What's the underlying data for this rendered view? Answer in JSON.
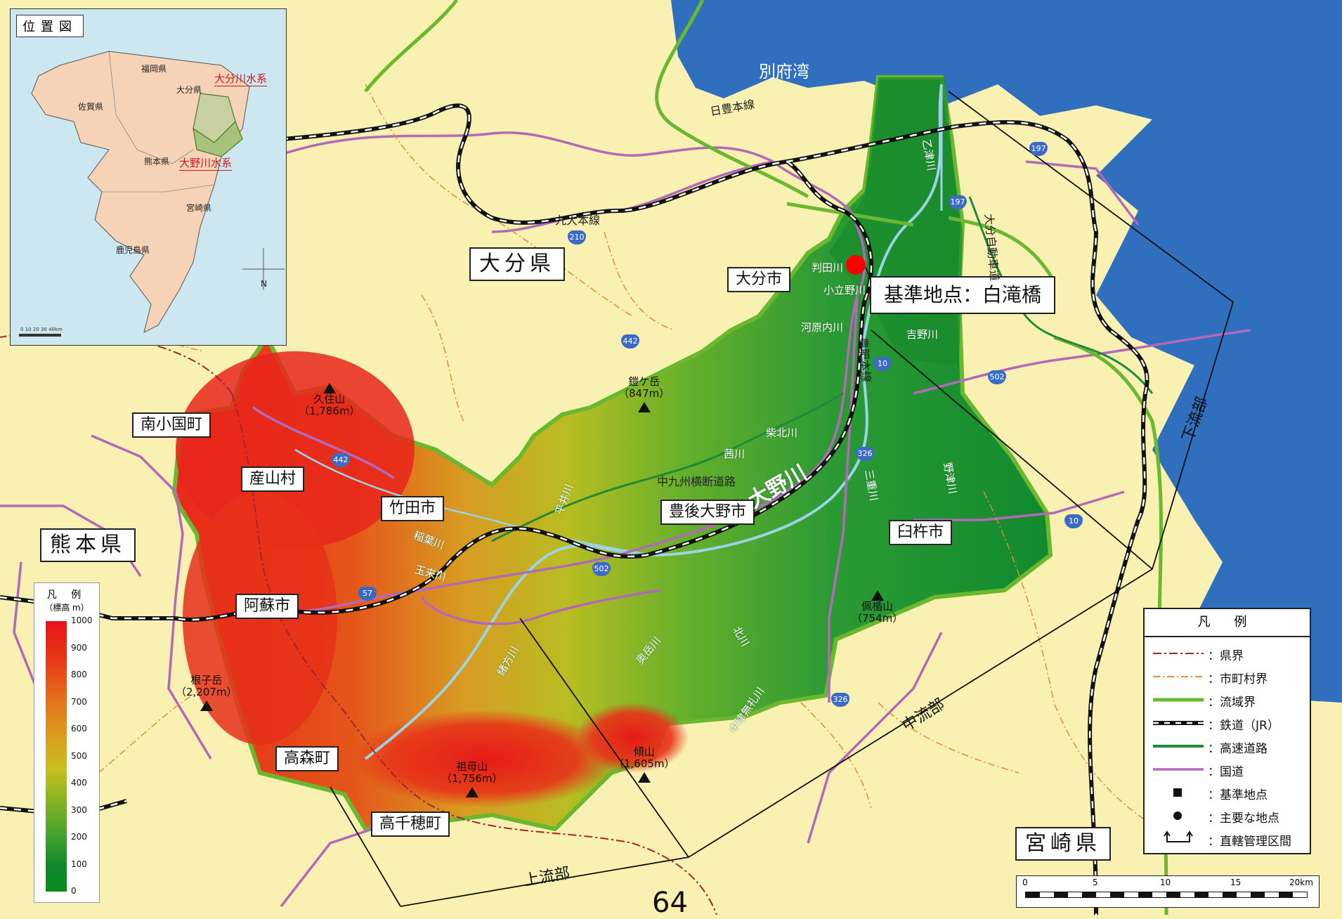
{
  "colors": {
    "sea": "#2f6fbe",
    "land": "#f8f1b2",
    "basin_boundary": "#6ab82f",
    "expressway": "#1f8a3a",
    "national_road": "#b469b8",
    "pref_border": "#a2272b",
    "municipal_border": "#e58a3b",
    "river": "#9bd3e5",
    "ref_point": "#ff0000",
    "road_badge": "#3b6bc4"
  },
  "labels": {
    "sea_name": "別府湾",
    "oita_pref": "大分県",
    "kumamoto_pref": "熊本県",
    "miyazaki_pref": "宮崎県",
    "reference_point": "基準地点：白滝橋"
  },
  "municipalities": {
    "oita_city": "大分市",
    "minamioguni": "南小国町",
    "ubuyama": "産山村",
    "taketa": "竹田市",
    "bungo_ono": "豊後大野市",
    "usuki": "臼杵市",
    "aso": "阿蘇市",
    "takamori": "高森町",
    "takachiho": "高千穂町"
  },
  "rivers": {
    "main": "大野川",
    "otsu": "乙津川",
    "hanta": "判田川",
    "kotachino": "小立野川",
    "kawaranouchi": "河原内川",
    "yoshino": "吉野川",
    "shibakita": "柴北川",
    "akane": "茜川",
    "mie": "三重川",
    "notsu": "野津川",
    "hirai": "平井川",
    "inaba": "稲葉川",
    "tama": "玉来川",
    "ogata": "緒方川",
    "okudake": "奥岳川",
    "nakatsumure": "中津無礼川",
    "hokuto": "北川"
  },
  "railways": {
    "nippo": "日豊本線",
    "kyudai": "九大本線",
    "hohi": "豊肥本線"
  },
  "expressways": {
    "oita": "大分自動車道",
    "nakakyushu": "中九州横断道路"
  },
  "road_numbers": [
    "197",
    "197",
    "210",
    "442",
    "442",
    "10",
    "10",
    "326",
    "326",
    "502",
    "502",
    "57"
  ],
  "mountains": [
    {
      "name": "久住山",
      "elev": "（1,786m）"
    },
    {
      "name": "鎧ケ岳",
      "elev": "（847m）"
    },
    {
      "name": "根子岳",
      "elev": "（2,207m）"
    },
    {
      "name": "祖母山",
      "elev": "（1,756m）"
    },
    {
      "name": "傾山",
      "elev": "（1,605m）"
    },
    {
      "name": "佩楯山",
      "elev": "（754m）"
    }
  ],
  "sections": {
    "lower": "下流部",
    "middle": "中流部",
    "upper": "上流部"
  },
  "inset": {
    "title": "位置図",
    "prefs": [
      "福岡県",
      "大分県",
      "佐賀県",
      "熊本県",
      "宮崎県",
      "鹿児島県"
    ],
    "oita_system": "大分川水系",
    "ono_system": "大野川水系",
    "north": "N",
    "scale": "0 10 20 30 40km"
  },
  "elevation_legend": {
    "title": "凡 例",
    "subtitle": "（標高 m）",
    "ticks": [
      "1000",
      "900",
      "800",
      "700",
      "600",
      "500",
      "400",
      "300",
      "200",
      "100",
      "0"
    ]
  },
  "legend": {
    "title": "凡 例",
    "items": [
      {
        "label": "：県界",
        "icon": "pref-border-line"
      },
      {
        "label": "：市町村界",
        "icon": "municipal-border-line"
      },
      {
        "label": "：流域界",
        "icon": "basin-boundary-line"
      },
      {
        "label": "：鉄道（JR）",
        "icon": "railway-line"
      },
      {
        "label": "：高速道路",
        "icon": "expressway-line"
      },
      {
        "label": "：国道",
        "icon": "national-road-line"
      },
      {
        "label": "：基準地点",
        "icon": "square-marker"
      },
      {
        "label": "：主要な地点",
        "icon": "dot-marker"
      },
      {
        "label": "：直轄管理区間",
        "icon": "bracket-arrow"
      }
    ]
  },
  "scale_bar": {
    "ticks": [
      "0",
      "5",
      "10",
      "15",
      "20km"
    ]
  },
  "page_number": "64"
}
